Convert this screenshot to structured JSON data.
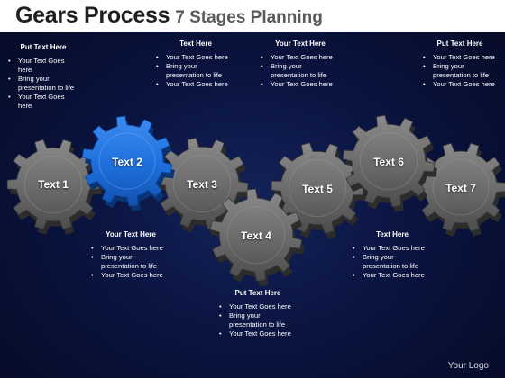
{
  "title": {
    "main": "Gears Process",
    "sub": "7 Stages Planning"
  },
  "text_boxes": [
    {
      "heading": "Put Text Here",
      "bullets": [
        "Your Text Goes here",
        "Bring your presentation to life",
        "Your Text Goes here"
      ]
    },
    {
      "heading": "Text Here",
      "bullets": [
        "Your Text Goes here",
        "Bring your presentation to life",
        "Your Text Goes here"
      ]
    },
    {
      "heading": "Your Text Here",
      "bullets": [
        "Your Text Goes here",
        "Bring your presentation to life",
        "Your Text Goes here"
      ]
    },
    {
      "heading": "Put Text Here",
      "bullets": [
        "Your Text Goes here",
        "Bring your presentation to life",
        "Your Text Goes here"
      ]
    },
    {
      "heading": "Your Text Here",
      "bullets": [
        "Your Text Goes here",
        "Bring your presentation to life",
        "Your Text Goes here"
      ]
    },
    {
      "heading": "Put Text Here",
      "bullets": [
        "Your Text Goes here",
        "Bring your presentation to life",
        "Your Text Goes here"
      ]
    },
    {
      "heading": "Text Here",
      "bullets": [
        "Your Text Goes here",
        "Bring your presentation to life",
        "Your Text Goes here"
      ]
    }
  ],
  "gears": [
    {
      "label": "Text 1",
      "highlighted": false
    },
    {
      "label": "Text 2",
      "highlighted": true
    },
    {
      "label": "Text 3",
      "highlighted": false
    },
    {
      "label": "Text 4",
      "highlighted": false
    },
    {
      "label": "Text 5",
      "highlighted": false
    },
    {
      "label": "Text 6",
      "highlighted": false
    },
    {
      "label": "Text 7",
      "highlighted": false
    }
  ],
  "colors": {
    "gear": "#6b6b6b",
    "gear_highlight": "#1e6fdc",
    "background": "#0a1440"
  },
  "logo": "Your Logo"
}
